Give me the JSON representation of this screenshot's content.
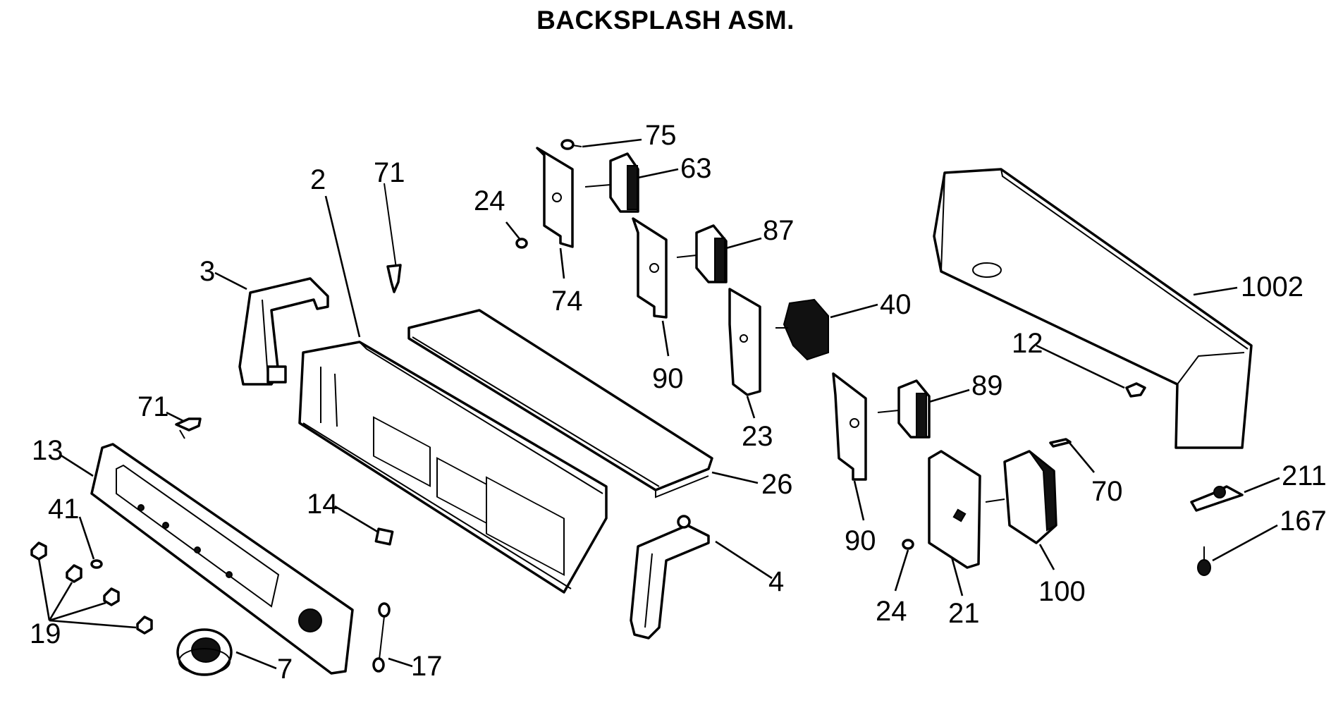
{
  "title": "BACKSPLASH ASM.",
  "parts": [
    {
      "id": "p2",
      "label": "2"
    },
    {
      "id": "p3",
      "label": "3"
    },
    {
      "id": "p4",
      "label": "4"
    },
    {
      "id": "p7",
      "label": "7"
    },
    {
      "id": "p12",
      "label": "12"
    },
    {
      "id": "p13",
      "label": "13"
    },
    {
      "id": "p14",
      "label": "14"
    },
    {
      "id": "p17",
      "label": "17"
    },
    {
      "id": "p19",
      "label": "19"
    },
    {
      "id": "p21",
      "label": "21"
    },
    {
      "id": "p23",
      "label": "23"
    },
    {
      "id": "p24a",
      "label": "24"
    },
    {
      "id": "p24b",
      "label": "24"
    },
    {
      "id": "p26",
      "label": "26"
    },
    {
      "id": "p40",
      "label": "40"
    },
    {
      "id": "p41",
      "label": "41"
    },
    {
      "id": "p63",
      "label": "63"
    },
    {
      "id": "p70",
      "label": "70"
    },
    {
      "id": "p71a",
      "label": "71"
    },
    {
      "id": "p71b",
      "label": "71"
    },
    {
      "id": "p74",
      "label": "74"
    },
    {
      "id": "p75",
      "label": "75"
    },
    {
      "id": "p87",
      "label": "87"
    },
    {
      "id": "p89",
      "label": "89"
    },
    {
      "id": "p90a",
      "label": "90"
    },
    {
      "id": "p90b",
      "label": "90"
    },
    {
      "id": "p100",
      "label": "100"
    },
    {
      "id": "p167",
      "label": "167"
    },
    {
      "id": "p211",
      "label": "211"
    },
    {
      "id": "p1002",
      "label": "1002"
    }
  ]
}
